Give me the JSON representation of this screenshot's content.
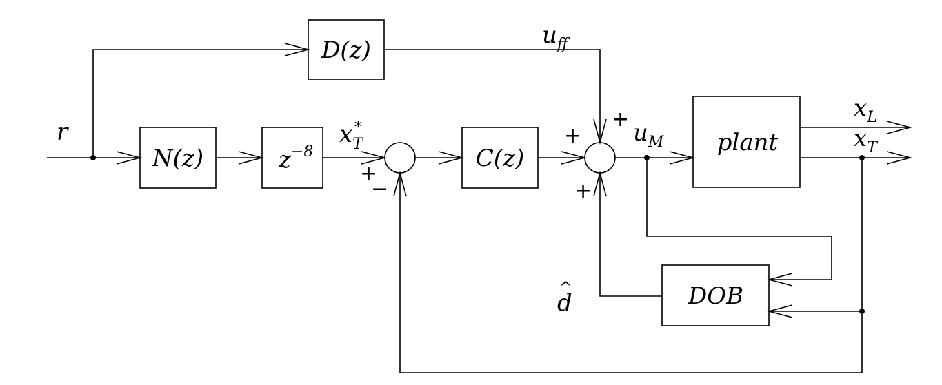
{
  "blocks": {
    "d": "D(z)",
    "n": "N(z)",
    "delay": {
      "base": "z",
      "exp": "−8"
    },
    "c": "C(z)",
    "plant": "plant",
    "dob": "DOB"
  },
  "signals": {
    "r": "r",
    "uff": {
      "base": "u",
      "sub": "ff"
    },
    "xt_star": {
      "base": "x",
      "sub": "T",
      "sup": "*"
    },
    "um": {
      "base": "u",
      "sub": "M"
    },
    "xl": {
      "base": "x",
      "sub": "L"
    },
    "xt": {
      "base": "x",
      "sub": "T"
    },
    "dhat": "d",
    "dhat_accent": "^"
  },
  "signs": {
    "sum1_left": "+",
    "sum1_bottom": "−",
    "sum2_left": "+",
    "sum2_top": "+",
    "sum2_bottom": "+"
  }
}
